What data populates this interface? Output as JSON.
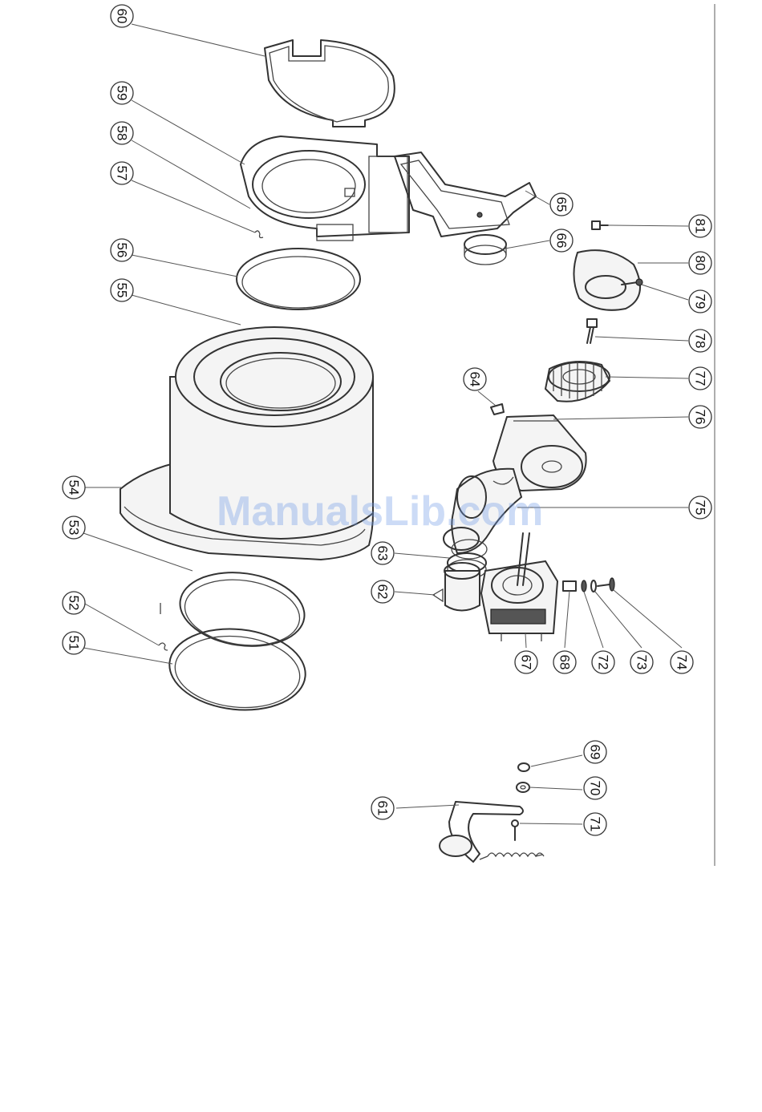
{
  "watermark": "ManualsLib.com",
  "callouts": [
    {
      "id": "c60",
      "label": "60"
    },
    {
      "id": "c59",
      "label": "59"
    },
    {
      "id": "c58",
      "label": "58"
    },
    {
      "id": "c57",
      "label": "57"
    },
    {
      "id": "c56",
      "label": "56"
    },
    {
      "id": "c55",
      "label": "55"
    },
    {
      "id": "c54",
      "label": "54"
    },
    {
      "id": "c53",
      "label": "53"
    },
    {
      "id": "c52",
      "label": "52"
    },
    {
      "id": "c51",
      "label": "51"
    },
    {
      "id": "c65",
      "label": "65"
    },
    {
      "id": "c66",
      "label": "66"
    },
    {
      "id": "c81",
      "label": "81"
    },
    {
      "id": "c80",
      "label": "80"
    },
    {
      "id": "c79",
      "label": "79"
    },
    {
      "id": "c78",
      "label": "78"
    },
    {
      "id": "c77",
      "label": "77"
    },
    {
      "id": "c64",
      "label": "64"
    },
    {
      "id": "c76",
      "label": "76"
    },
    {
      "id": "c75",
      "label": "75"
    },
    {
      "id": "c63",
      "label": "63"
    },
    {
      "id": "c62",
      "label": "62"
    },
    {
      "id": "c67",
      "label": "67"
    },
    {
      "id": "c68",
      "label": "68"
    },
    {
      "id": "c72",
      "label": "72"
    },
    {
      "id": "c73",
      "label": "73"
    },
    {
      "id": "c74",
      "label": "74"
    },
    {
      "id": "c69",
      "label": "69"
    },
    {
      "id": "c70",
      "label": "70"
    },
    {
      "id": "c61",
      "label": "61"
    },
    {
      "id": "c71",
      "label": "71"
    }
  ]
}
